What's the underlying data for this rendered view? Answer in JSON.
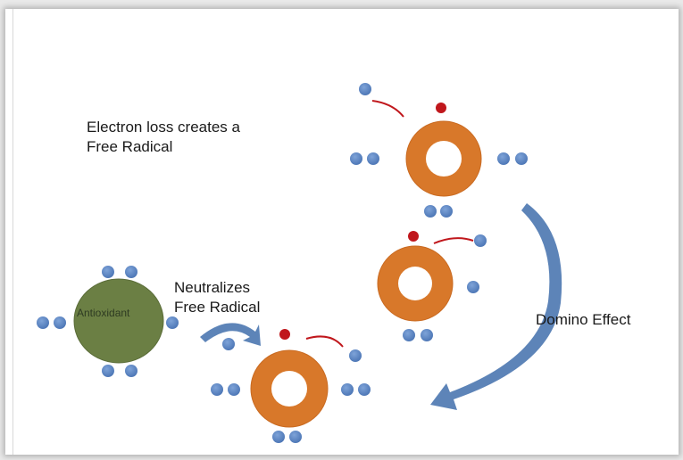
{
  "labels": {
    "electron_loss": [
      "Electron loss creates a",
      "Free Radical"
    ],
    "neutralizes": [
      "Neutralizes",
      "Free Radical"
    ],
    "domino": "Domino Effect",
    "antioxidant": "Antioxidant"
  },
  "colors": {
    "ring": "#d8782a",
    "ring_stroke": "#b8641f",
    "electron": "#5b86c7",
    "radical": "#c0171c",
    "antioxidant": "#6b7f44",
    "arrow": "#5d84b8",
    "bond": "#c0171c"
  }
}
